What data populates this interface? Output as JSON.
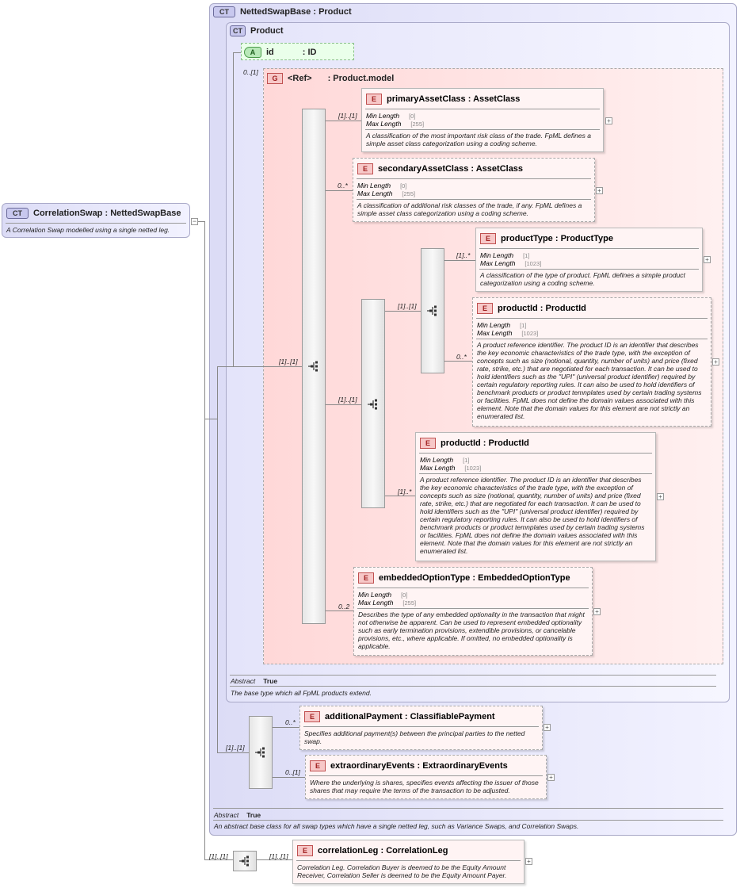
{
  "root": {
    "badge": "CT",
    "name": "CorrelationSwap",
    "type": "NettedSwapBase",
    "desc": "A Correlation Swap modelled using a single netted leg."
  },
  "netted": {
    "badge": "CT",
    "name": "NettedSwapBase",
    "type": "Product",
    "abstract_label": "Abstract",
    "abstract_value": "True",
    "desc": "An abstract base class for all swap types which have a single netted leg, such as Variance Swaps, and Correlation Swaps."
  },
  "product": {
    "badge": "CT",
    "name": "Product",
    "abstract_label": "Abstract",
    "abstract_value": "True",
    "desc": "The base type which all FpML products extend."
  },
  "attr_id": {
    "badge": "A",
    "name": "id",
    "type": ": ID",
    "card": "0..[1]"
  },
  "group": {
    "badge": "G",
    "name": "<Ref>",
    "type": ": Product.model"
  },
  "facets": {
    "min": "Min Length",
    "max": "Max Length"
  },
  "sep": ":",
  "elements": {
    "primaryAssetClass": {
      "badge": "E",
      "name": "primaryAssetClass",
      "type": "AssetClass",
      "min": "[0]",
      "max": "[255]",
      "card": "[1]..[1]",
      "desc": "A classification of the most important risk class of the trade. FpML defines a simple asset class categorization using a coding scheme."
    },
    "secondaryAssetClass": {
      "badge": "E",
      "name": "secondaryAssetClass",
      "type": "AssetClass",
      "min": "[0]",
      "max": "[255]",
      "card": "0..*",
      "desc": "A classification of additional risk classes of the trade, if any. FpML defines a simple asset class categorization using a coding scheme."
    },
    "productType": {
      "badge": "E",
      "name": "productType",
      "type": "ProductType",
      "min": "[1]",
      "max": "[1023]",
      "card": "[1]..*",
      "desc": "A classification of the type of product. FpML defines a simple product categorization using a coding scheme."
    },
    "productId1": {
      "badge": "E",
      "name": "productId",
      "type": "ProductId",
      "min": "[1]",
      "max": "[1023]",
      "card": "0..*",
      "desc": "A product reference identifier. The product ID is an identifier that describes the key economic characteristics of the trade type, with the exception of concepts such as size (notional, quantity, number of units) and price (fixed rate, strike, etc.) that are negotiated for each transaction. It can be used to hold identifiers such as the \"UPI\" (universal product identifier) required by certain regulatory reporting rules. It can also be used to hold identifiers of benchmark products or product temnplates used by certain trading systems or facilities. FpML does not define the domain values associated with this element. Note that the domain values for this element are not strictly an enumerated list."
    },
    "productId2": {
      "badge": "E",
      "name": "productId",
      "type": "ProductId",
      "min": "[1]",
      "max": "[1023]",
      "card": "[1]..*",
      "desc": "A product reference identifier. The product ID is an identifier that describes the key economic characteristics of the trade type, with the exception of concepts such as size (notional, quantity, number of units) and price (fixed rate, strike, etc.) that are negotiated for each transaction. It can be used to hold identifiers such as the \"UPI\" (universal product identifier) required by certain regulatory reporting rules. It can also be used to hold identifiers of benchmark products or product temnplates used by certain trading systems or facilities. FpML does not define the domain values associated with this element. Note that the domain values for this element are not strictly an enumerated list."
    },
    "embeddedOptionType": {
      "badge": "E",
      "name": "embeddedOptionType",
      "type": "EmbeddedOptionType",
      "min": "[0]",
      "max": "[255]",
      "card": "0..2",
      "desc": "Describes the type of any embedded optionality in the transaction that might not otherwise be apparent. Can be used to represent embedded optionality such as early termination provisions, extendible provisions, or cancelable provisions, etc., where applicable. If omitted, no embedded optionality is applicable."
    },
    "additionalPayment": {
      "badge": "E",
      "name": "additionalPayment",
      "type": "ClassifiablePayment",
      "card": "0..*",
      "desc": "Specifies additional payment(s) between the principal parties to the netted swap."
    },
    "extraordinaryEvents": {
      "badge": "E",
      "name": "extraordinaryEvents",
      "type": "ExtraordinaryEvents",
      "card": "0..[1]",
      "desc": "Where the underlying is shares, specifies events affecting the issuer of those shares that may require the terms of the transaction to be adjusted."
    },
    "correlationLeg": {
      "badge": "E",
      "name": "correlationLeg",
      "type": "CorrelationLeg",
      "card": "[1]..[1]",
      "desc": "Correlation Leg. Correlation Buyer is deemed to be the Equity Amount Receiver, Correlation Seller is deemed to be the Equity Amount Payer."
    }
  },
  "cards": {
    "model_seq": "[1]..[1]",
    "choice_seq": "[1]..[1]",
    "inner_seq": "[1]..[1]",
    "netted_seq": "[1]..[1]",
    "root_seq": "[1]..[1]"
  }
}
